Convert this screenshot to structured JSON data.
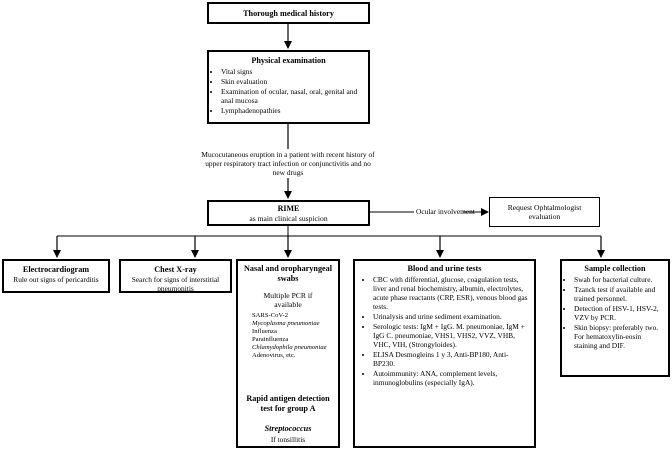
{
  "history": {
    "title": "Thorough medical history"
  },
  "physical": {
    "title": "Physical examination",
    "items": [
      "Vital signs",
      "Skin evaluation",
      "Examination of ocular, nasal, oral, genital and anal mucosa",
      "Lymphadenopathies"
    ]
  },
  "note": {
    "text": "Mucocutaneous eruption in a patient with recent history of upper respiratory tract infection or conjunctivitis and no new drugs"
  },
  "rime": {
    "title": "RIME",
    "subtitle": "as main clinical suspicion"
  },
  "ocular": {
    "label": "Ocular involvement"
  },
  "ophtal": {
    "text": "Request Ophtalmologist evaluation"
  },
  "ecg": {
    "title": "Electrocardiogram",
    "text": "Rule out signs of pericarditis"
  },
  "xray": {
    "title": "Chest X-ray",
    "text": "Search for signs of interstitial pneumonitis"
  },
  "swabs": {
    "title": "Nasal and oropharyngeal swabs",
    "pcr": "Multiple PCR if available",
    "pathogens": [
      "SARS-CoV-2",
      "Mycoplasma pneumoniae",
      "Influenza",
      "Parainfluenza",
      "Chlamydophila pneumoniae",
      "Adenovirus, etc."
    ],
    "rapid_title": "Rapid antigen detection test for group A",
    "rapid_org": "Streptococcus",
    "rapid_note": "If tonsillitis"
  },
  "blood": {
    "title": "Blood and urine tests",
    "items": [
      "CBC with differential, glucose, coagulation tests, liver and renal biochemistry, albumin, electrolytes, acute phase reactants (CRP, ESR), venous blood gas tests.",
      "Urinalysis and urine sediment examination.",
      "Serologic tests: IgM + IgG. M. pneumoniae, IgM + IgG C. pneumoniae, VHS1, VHS2, VVZ, VHB, VHC, VIH, (Strongyloides).",
      "ELISA Desmogleins 1 y 3, Anti-BP180, Anti-BP230.",
      "Autoimmunity: ANA, complement levels, inmunoglobulins (especially IgA)."
    ]
  },
  "sample": {
    "title": "Sample collection",
    "items": [
      "Swab for bacterial culture.",
      "Tzanck test if available and trained personnel.",
      "Detection of HSV-1, HSV-2, VZV by PCR.",
      "Skin biopsy: preferably two. For hematoxylin-eosin staining and DIF."
    ]
  }
}
